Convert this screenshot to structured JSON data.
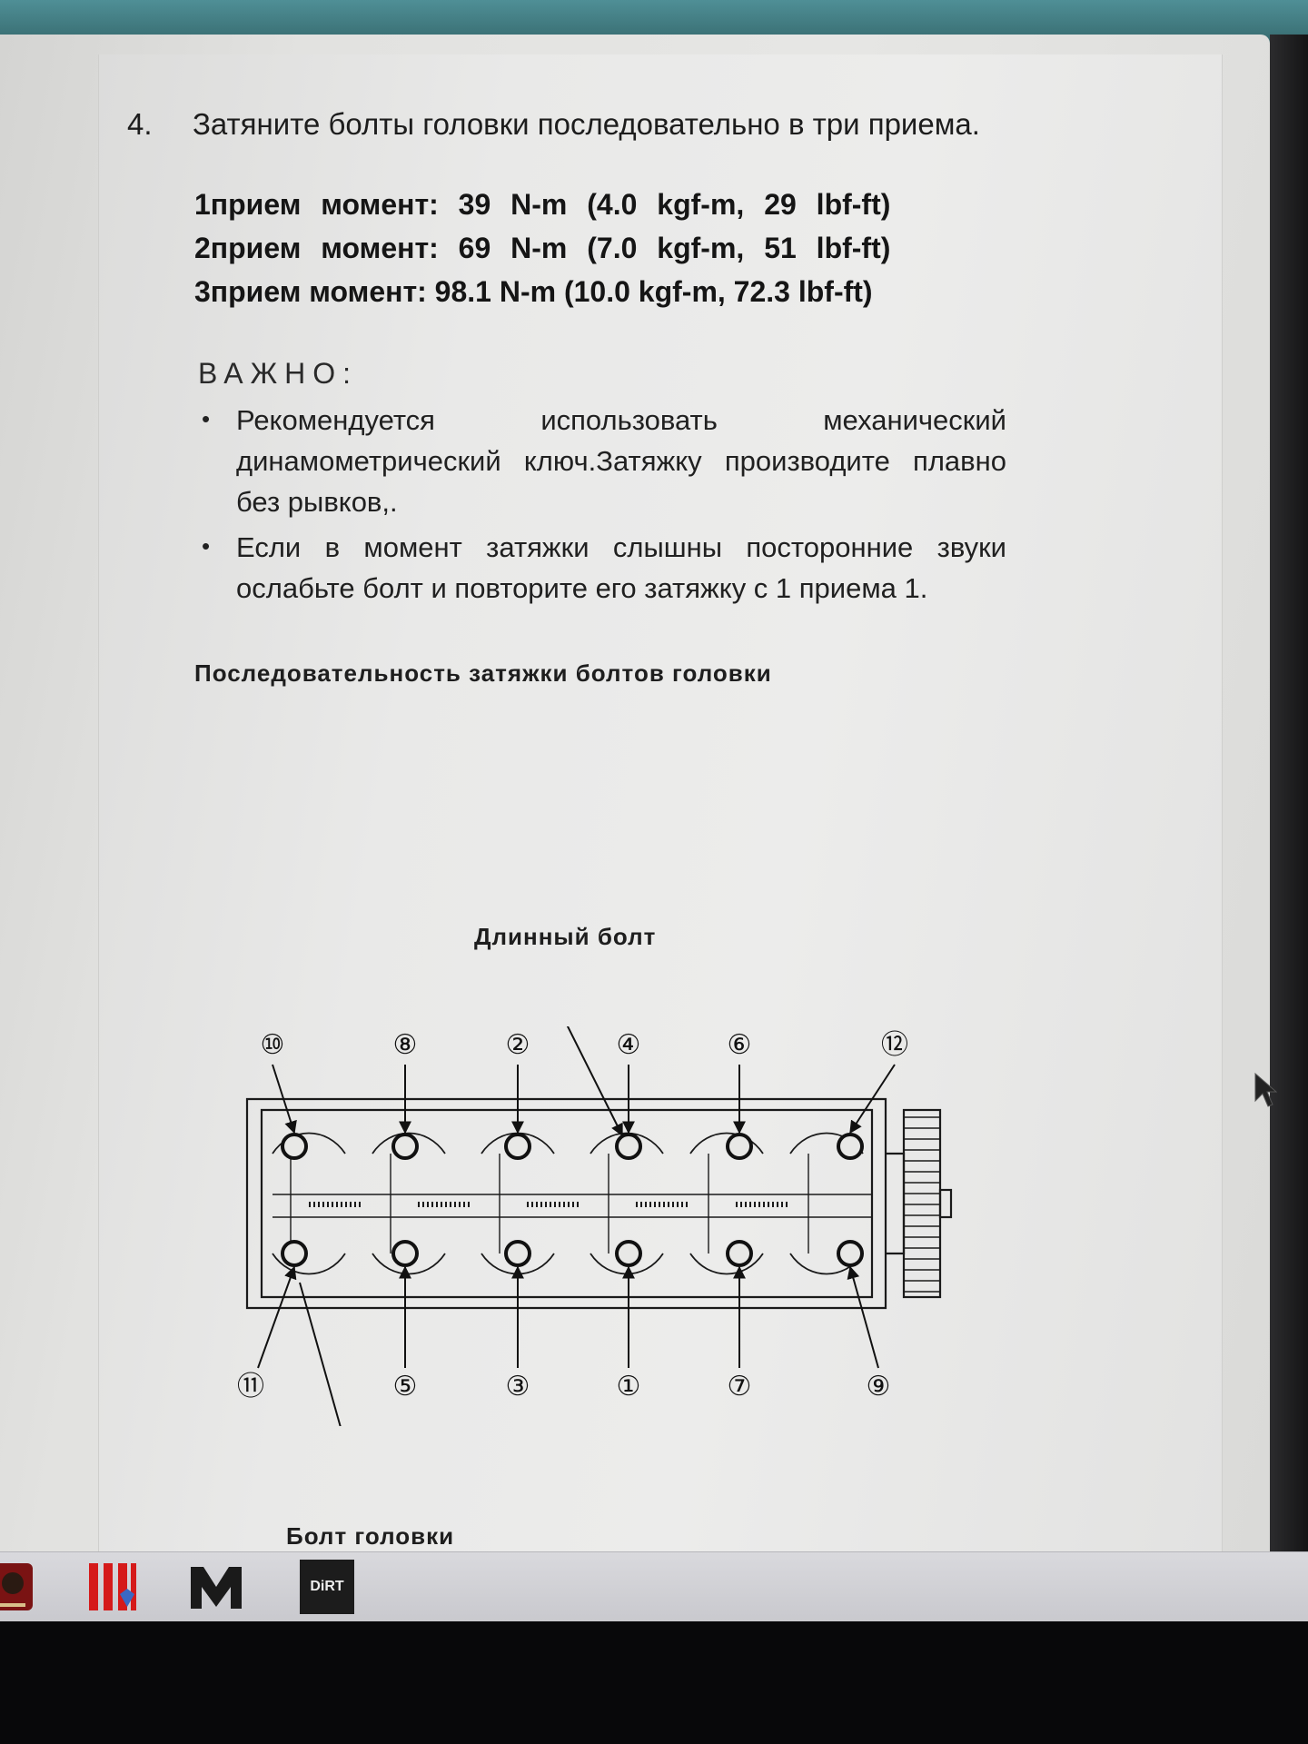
{
  "document": {
    "step_number": "4.",
    "step_text": "Затяните болты головки последовательно в три приема.",
    "torque_steps": [
      "1прием момент: 39 N-m (4.0 kgf-m, 29 lbf-ft)",
      "2прием момент: 69 N-m (7.0 kgf-m, 51 lbf-ft)",
      "3прием момент: 98.1 N-m (10.0 kgf-m, 72.3 lbf-ft)"
    ],
    "important_heading": "ВАЖНО:",
    "important_items": [
      "Рекомендуется использовать механический динамометрический ключ.Затяжку производите плавно без рывков,.",
      "Если в момент затяжки слышны посторонние звуки ослабьте болт и повторите его затяжку с 1 приема 1."
    ],
    "diagram_caption": "Последовательность затяжки болтов головки"
  },
  "diagram": {
    "label_long_bolt": "Длинный болт",
    "label_head_bolt": "Болт головки",
    "top_row_numbers": [
      "⑩",
      "⑧",
      "②",
      "④",
      "⑥",
      "⑫"
    ],
    "bottom_row_numbers": [
      "⑪",
      "⑤",
      "③",
      "①",
      "⑦",
      "⑨"
    ]
  },
  "taskbar": {
    "icons": [
      "app-icon-red",
      "app-icon-stripes",
      "app-icon-m",
      "app-icon-dirt"
    ],
    "dirt_label": "DiRT"
  }
}
